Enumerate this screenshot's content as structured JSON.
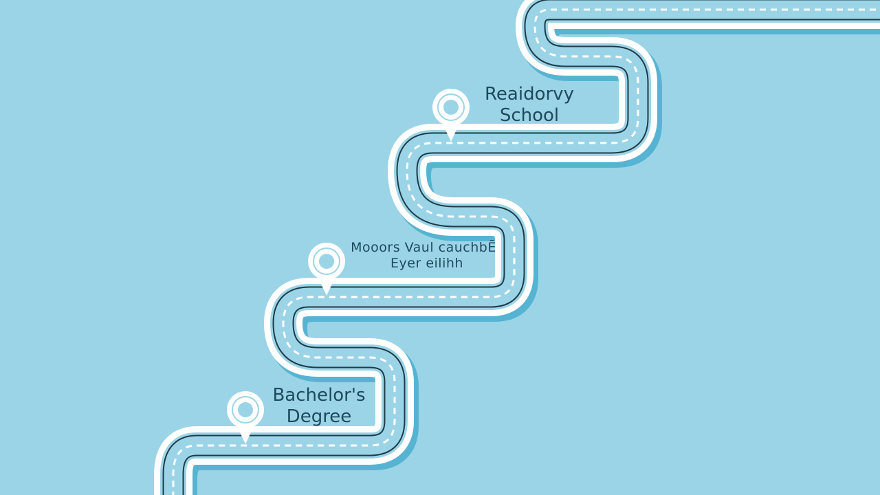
{
  "milestones": [
    {
      "line1": "Reaidorvy",
      "line2": "School"
    },
    {
      "line1": "Mooors Vaul cauchbĒ",
      "line2": "Eyer eilihh"
    },
    {
      "line1": "Bachelor's",
      "line2": "Degree"
    }
  ],
  "colors": {
    "background": "#9bd4e7",
    "road_border": "#ffffff",
    "road_surface": "#9bd4e7",
    "lane_marking": "#ffffff",
    "inner_edge": "#1f3b47",
    "shadow": "#56b4d2",
    "pin": "#ffffff",
    "pin_dot": "#9bd4e7",
    "label_text": "#1e4a5c"
  }
}
